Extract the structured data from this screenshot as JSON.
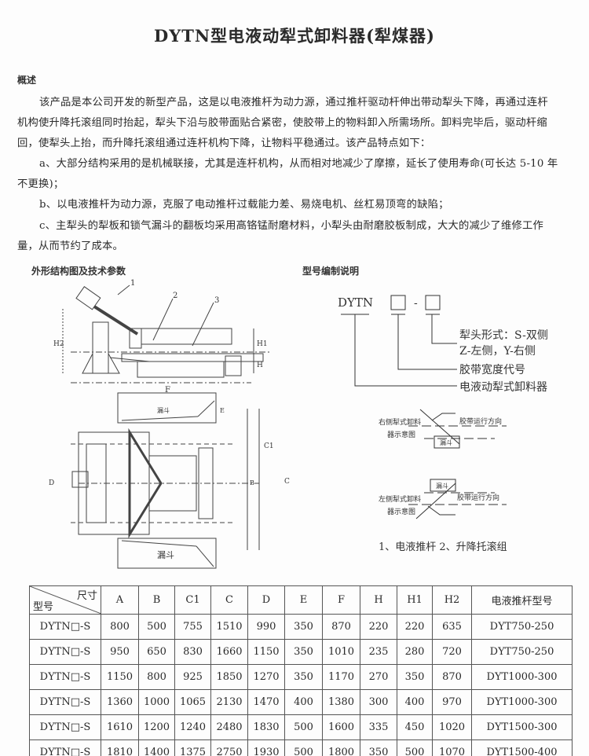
{
  "title": "DYTN型电液动犁式卸料器(犁煤器)",
  "overview": {
    "heading": "概述",
    "lines": [
      "该产品是本公司开发的新型产品，这是以电液推杆为动力源，通过推杆驱动杆伸出带动犁头下降，再通过连杆",
      "机构使升降托滚组同时抬起，犁头下沿与胶带面贴合紧密，使胶带上的物料卸入所需场所。卸料完毕后，驱动杆缩",
      "回，使犁头上抬，而升降托滚组通过连杆机构下降，让物料平稳通过。该产品特点如下：",
      "a、大部分结构采用的是机械联接，尤其是连杆机构，从而相对地减少了摩擦，延长了使用寿命(可长达 5-10 年",
      "不更换)；",
      "b、以电液推杆为动力源，克服了电动推杆过载能力差、易烧电机、丝杠易顶弯的缺陷；",
      "c、主犁头的犁板和锁气漏斗的翻板均采用高铬锰耐磨材料，小犁头由耐磨胶板制成，大大的减少了维修工作",
      "量，从而节约了成本。"
    ]
  },
  "structure": {
    "heading": "外形结构图及技术参数",
    "labels": {
      "n1": "1",
      "n2": "2",
      "n3": "3",
      "h2": "H2",
      "h1": "H1",
      "h": "H",
      "f": "F",
      "hopper1": "漏斗",
      "hopper2": "漏斗",
      "c1": "C1",
      "c": "C",
      "d": "D",
      "b": "B",
      "e": "E"
    }
  },
  "model": {
    "heading": "型号编制说明",
    "code": "DYTN",
    "dash": "-",
    "plow_type_1": "犁头形式：S-双侧",
    "plow_type_2": "Z-左侧，Y-右侧",
    "belt_width": "胶带宽度代号",
    "name": "电液动犁式卸料器",
    "right_label_1": "右侧犁式卸料",
    "right_label_2": "器示意图",
    "left_label_1": "左侧犁式卸料",
    "left_label_2": "器示意图",
    "belt_dir": "胶带运行方向",
    "hopper": "漏斗",
    "legend": "1、电液推杆  2、升降托滚组"
  },
  "table": {
    "corner_top": "尺寸",
    "corner_bottom": "型号",
    "headers": [
      "A",
      "B",
      "C1",
      "C",
      "D",
      "E",
      "F",
      "H",
      "H1",
      "H2",
      "电液推杆型号"
    ],
    "rows": [
      [
        "DYTN□-S",
        "800",
        "500",
        "755",
        "1510",
        "990",
        "350",
        "870",
        "220",
        "220",
        "635",
        "DYT750-250"
      ],
      [
        "DYTN□-S",
        "950",
        "650",
        "830",
        "1660",
        "1150",
        "350",
        "1010",
        "235",
        "280",
        "720",
        "DYT750-250"
      ],
      [
        "DYTN□-S",
        "1150",
        "800",
        "925",
        "1850",
        "1270",
        "350",
        "1170",
        "270",
        "350",
        "870",
        "DYT1000-300"
      ],
      [
        "DYTN□-S",
        "1360",
        "1000",
        "1065",
        "2130",
        "1470",
        "400",
        "1380",
        "300",
        "400",
        "970",
        "DYT1000-300"
      ],
      [
        "DYTN□-S",
        "1610",
        "1200",
        "1240",
        "2480",
        "1830",
        "500",
        "1600",
        "335",
        "450",
        "1020",
        "DYT1500-300"
      ],
      [
        "DYTN□-S",
        "1810",
        "1400",
        "1375",
        "2750",
        "1930",
        "500",
        "1800",
        "350",
        "500",
        "1070",
        "DYT1500-400"
      ]
    ]
  }
}
